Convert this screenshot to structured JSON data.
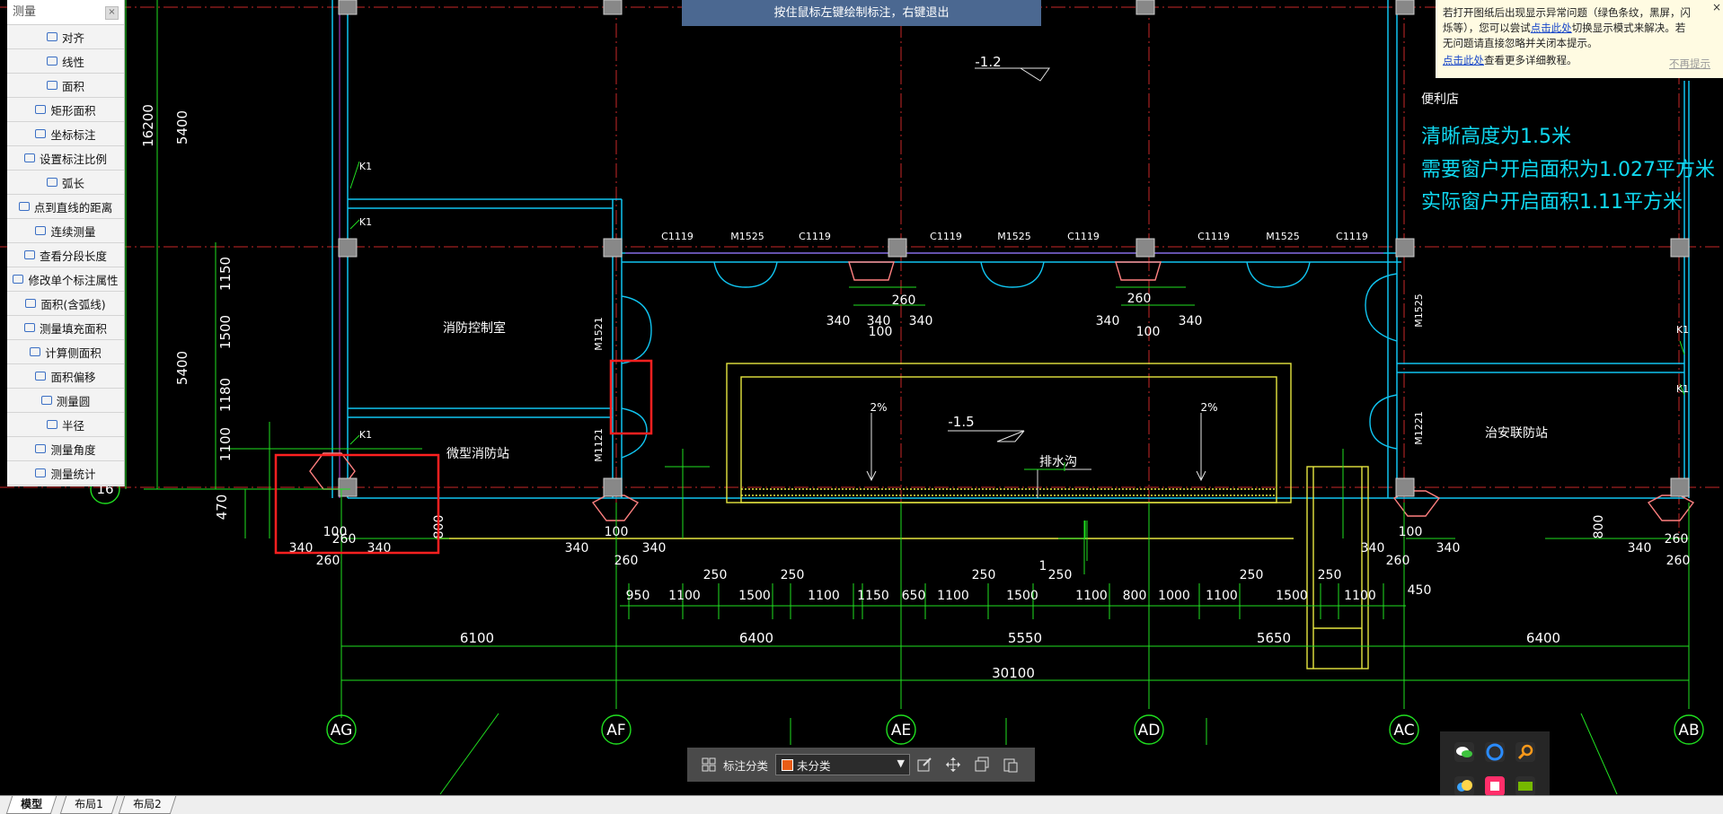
{
  "banner": {
    "text": "按住鼠标左键绘制标注，右键退出"
  },
  "panel": {
    "title": "测量",
    "items": [
      "对齐",
      "线性",
      "面积",
      "矩形面积",
      "坐标标注",
      "设置标注比例",
      "弧长",
      "点到直线的距离",
      "连续测量",
      "查看分段长度",
      "修改单个标注属性",
      "面积(含弧线)",
      "测量填充面积",
      "计算侧面积",
      "面积偏移",
      "测量圆",
      "半径",
      "测量角度",
      "测量统计"
    ]
  },
  "notice": {
    "line1": "若打开图纸后出现显示异常问题（绿色条纹，黑屏，闪",
    "line2a": "烁等），您可以尝试",
    "link1": "点击此处",
    "line2b": "切换显示模式来解决。若",
    "line3": "无问题请直接忽略并关闭本提示。",
    "link2": "点击此处",
    "line4": "查看更多详细教程。",
    "dismiss": "不再提示",
    "close": "×"
  },
  "drawing": {
    "level_top": "-1.2",
    "level_mid": "-1.5",
    "slope_left": "2%",
    "slope_right": "2%",
    "trench": "排水沟",
    "room_control": "消防控制室",
    "room_fire": "微型消防站",
    "room_store": "便利店",
    "room_police": "治安联防站",
    "note1": "清晰高度为1.5米",
    "note2": "需要窗户开启面积为1.027平方米",
    "note3": "实际窗户开启面积1.11平方米",
    "windows": [
      "C1119",
      "M1525",
      "C1119",
      "C1119",
      "M1525",
      "C1119",
      "C1119",
      "M1525",
      "C1119"
    ],
    "doors_vertical": [
      "M1521",
      "M1121",
      "M1525",
      "M1221"
    ],
    "k_labels": [
      "K1",
      "K1",
      "K1",
      "K1",
      "K1"
    ],
    "left_dims": [
      "16200",
      "5400",
      "5400",
      "1150",
      "1500",
      "1180",
      "1100",
      "470"
    ],
    "spans": [
      "6100",
      "6400",
      "5550",
      "5650",
      "6400"
    ],
    "total": "30100",
    "detail_dims": [
      "950",
      "1100",
      "1500",
      "1100",
      "1150",
      "650",
      "1100",
      "1500",
      "1100",
      "800",
      "1000",
      "1100",
      "1500",
      "1100"
    ],
    "small_250": [
      "250",
      "250",
      "250",
      "250",
      "250",
      "250"
    ],
    "dim_450": "450",
    "mark_1": "1",
    "col_detail": [
      "340",
      "260",
      "100",
      "340",
      "260",
      "340",
      "100",
      "340",
      "260",
      "800"
    ],
    "axes": [
      "AG",
      "AF",
      "AE",
      "AD",
      "AC",
      "AB"
    ],
    "axis_left": "16"
  },
  "toolbar": {
    "category_label": "标注分类",
    "category_value": "未分类"
  },
  "tabs": [
    "模型",
    "布局1",
    "布局2"
  ],
  "colors": {
    "background": "#000000",
    "axis": "#ff3030",
    "dim": "#00ff00",
    "wall": "#00c8ff",
    "yellow": "#ffff40",
    "highlight": "#ff2020"
  }
}
